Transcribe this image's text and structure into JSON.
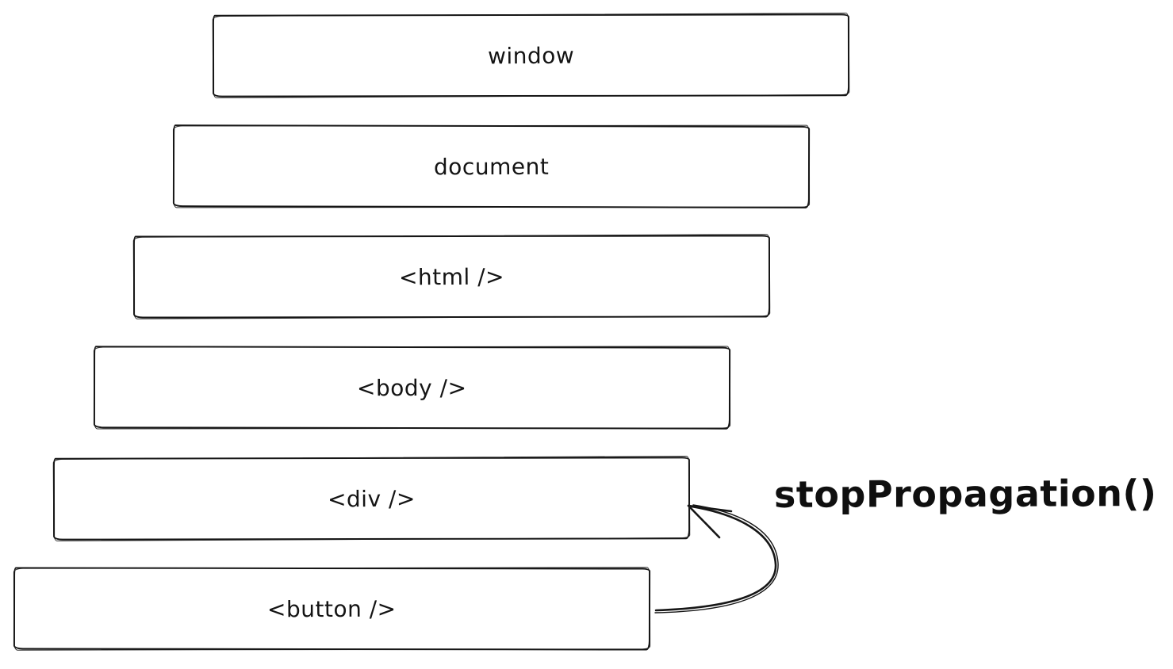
{
  "diagram": {
    "background_color": "#ffffff",
    "stroke_color": "#161616",
    "layers": [
      {
        "label": "window"
      },
      {
        "label": "document"
      },
      {
        "label": "<html />"
      },
      {
        "label": "<body />"
      },
      {
        "label": "<div />"
      },
      {
        "label": "<button />"
      }
    ],
    "annotation": {
      "label": "stopPropagation()",
      "arrow_from_layer": "<button />",
      "arrow_to_layer": "<div />"
    }
  }
}
